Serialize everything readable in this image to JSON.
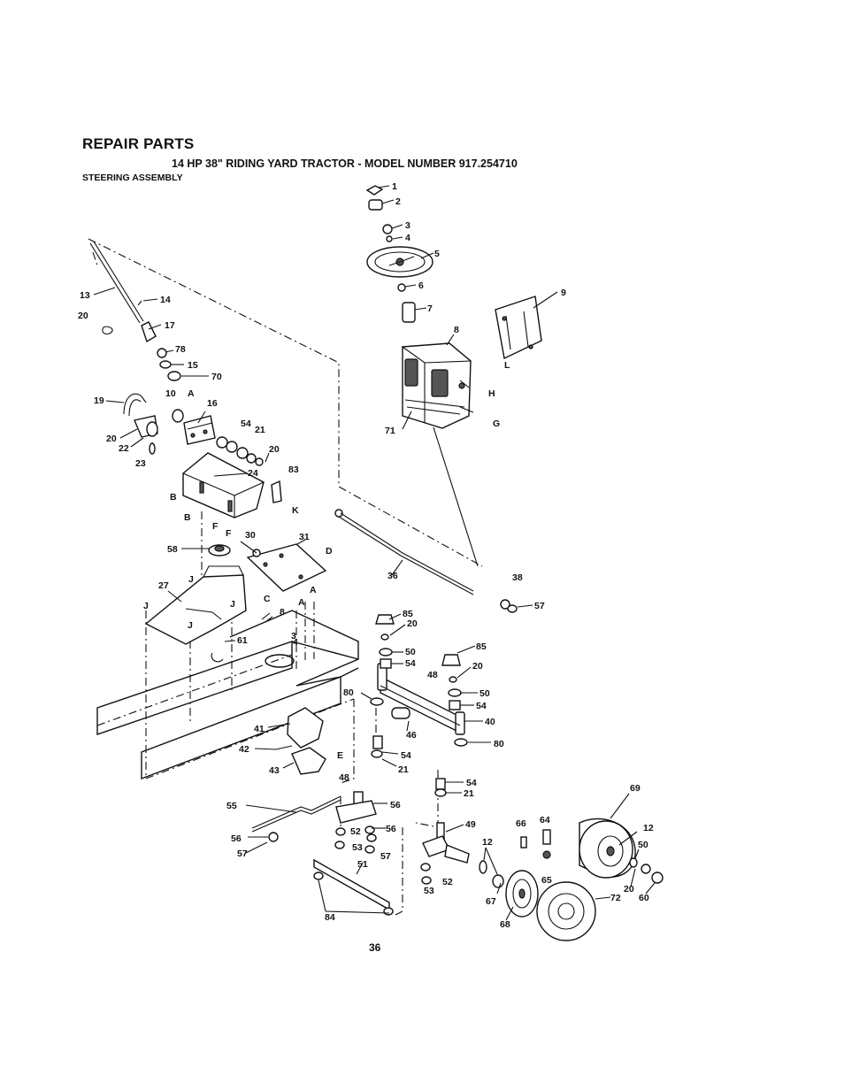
{
  "header": {
    "title": "REPAIR PARTS",
    "subtitle": "14 HP 38\" RIDING YARD TRACTOR - MODEL NUMBER 917.254710",
    "section": "STEERING ASSEMBLY"
  },
  "page_number": "36",
  "callouts": [
    {
      "id": "c1",
      "text": "1"
    },
    {
      "id": "c2",
      "text": "2"
    },
    {
      "id": "c3",
      "text": "3"
    },
    {
      "id": "c4",
      "text": "4"
    },
    {
      "id": "c5",
      "text": "5"
    },
    {
      "id": "c6",
      "text": "6"
    },
    {
      "id": "c7",
      "text": "7"
    },
    {
      "id": "c8",
      "text": "8"
    },
    {
      "id": "c9",
      "text": "9"
    },
    {
      "id": "cH",
      "text": "H"
    },
    {
      "id": "cG",
      "text": "G"
    },
    {
      "id": "cL",
      "text": "L"
    },
    {
      "id": "c71",
      "text": "71"
    },
    {
      "id": "c13",
      "text": "13"
    },
    {
      "id": "c14",
      "text": "14"
    },
    {
      "id": "c20a",
      "text": "20"
    },
    {
      "id": "c17",
      "text": "17"
    },
    {
      "id": "c78",
      "text": "78"
    },
    {
      "id": "c15",
      "text": "15"
    },
    {
      "id": "c70",
      "text": "70"
    },
    {
      "id": "c10",
      "text": "10"
    },
    {
      "id": "cA1",
      "text": "A"
    },
    {
      "id": "c16",
      "text": "16"
    },
    {
      "id": "c19",
      "text": "19"
    },
    {
      "id": "c20b",
      "text": "20"
    },
    {
      "id": "c22",
      "text": "22"
    },
    {
      "id": "c23",
      "text": "23"
    },
    {
      "id": "c54a",
      "text": "54"
    },
    {
      "id": "c21a",
      "text": "21"
    },
    {
      "id": "c20c",
      "text": "20"
    },
    {
      "id": "c24",
      "text": "24"
    },
    {
      "id": "cB1",
      "text": "B"
    },
    {
      "id": "cB2",
      "text": "B"
    },
    {
      "id": "c83",
      "text": "83"
    },
    {
      "id": "cK",
      "text": "K"
    },
    {
      "id": "cF1",
      "text": "F"
    },
    {
      "id": "cF2",
      "text": "F"
    },
    {
      "id": "c58",
      "text": "58"
    },
    {
      "id": "c30",
      "text": "30"
    },
    {
      "id": "c31",
      "text": "31"
    },
    {
      "id": "cD",
      "text": "D"
    },
    {
      "id": "cC",
      "text": "C"
    },
    {
      "id": "c27",
      "text": "27"
    },
    {
      "id": "cJ1",
      "text": "J"
    },
    {
      "id": "cJ2",
      "text": "J"
    },
    {
      "id": "cJ3",
      "text": "J"
    },
    {
      "id": "cJ4",
      "text": "J"
    },
    {
      "id": "c8b",
      "text": "8"
    },
    {
      "id": "cA2",
      "text": "A"
    },
    {
      "id": "cA3",
      "text": "A"
    },
    {
      "id": "c3b",
      "text": "3"
    },
    {
      "id": "c4b",
      "text": "4"
    },
    {
      "id": "c61",
      "text": "61"
    },
    {
      "id": "c36",
      "text": "36"
    },
    {
      "id": "c38",
      "text": "38"
    },
    {
      "id": "c57a",
      "text": "57"
    },
    {
      "id": "c85a",
      "text": "85"
    },
    {
      "id": "c20d",
      "text": "20"
    },
    {
      "id": "c50a",
      "text": "50"
    },
    {
      "id": "c54b",
      "text": "54"
    },
    {
      "id": "c85b",
      "text": "85"
    },
    {
      "id": "c48a",
      "text": "48"
    },
    {
      "id": "c20e",
      "text": "20"
    },
    {
      "id": "c50b",
      "text": "50"
    },
    {
      "id": "c54c",
      "text": "54"
    },
    {
      "id": "c80a",
      "text": "80"
    },
    {
      "id": "c40",
      "text": "40"
    },
    {
      "id": "c46",
      "text": "46"
    },
    {
      "id": "c80b",
      "text": "80"
    },
    {
      "id": "c54d",
      "text": "54"
    },
    {
      "id": "c21b",
      "text": "21"
    },
    {
      "id": "c41",
      "text": "41"
    },
    {
      "id": "c42",
      "text": "42"
    },
    {
      "id": "c43",
      "text": "43"
    },
    {
      "id": "cE",
      "text": "E"
    },
    {
      "id": "c54e",
      "text": "54"
    },
    {
      "id": "c21c",
      "text": "21"
    },
    {
      "id": "c48b",
      "text": "48"
    },
    {
      "id": "c55",
      "text": "55"
    },
    {
      "id": "c56a",
      "text": "56"
    },
    {
      "id": "c52a",
      "text": "52"
    },
    {
      "id": "c56b",
      "text": "56"
    },
    {
      "id": "c56c",
      "text": "56"
    },
    {
      "id": "c53a",
      "text": "53"
    },
    {
      "id": "c57b",
      "text": "57"
    },
    {
      "id": "c57c",
      "text": "57"
    },
    {
      "id": "c49",
      "text": "49"
    },
    {
      "id": "c52b",
      "text": "52"
    },
    {
      "id": "c53b",
      "text": "53"
    },
    {
      "id": "c51",
      "text": "51"
    },
    {
      "id": "c84",
      "text": "84"
    },
    {
      "id": "c12a",
      "text": "12"
    },
    {
      "id": "c66",
      "text": "66"
    },
    {
      "id": "c64",
      "text": "64"
    },
    {
      "id": "c65",
      "text": "65"
    },
    {
      "id": "c67",
      "text": "67"
    },
    {
      "id": "c68",
      "text": "68"
    },
    {
      "id": "c72",
      "text": "72"
    },
    {
      "id": "c69",
      "text": "69"
    },
    {
      "id": "c12b",
      "text": "12"
    },
    {
      "id": "c50c",
      "text": "50"
    },
    {
      "id": "c20f",
      "text": "20"
    },
    {
      "id": "c60",
      "text": "60"
    }
  ]
}
